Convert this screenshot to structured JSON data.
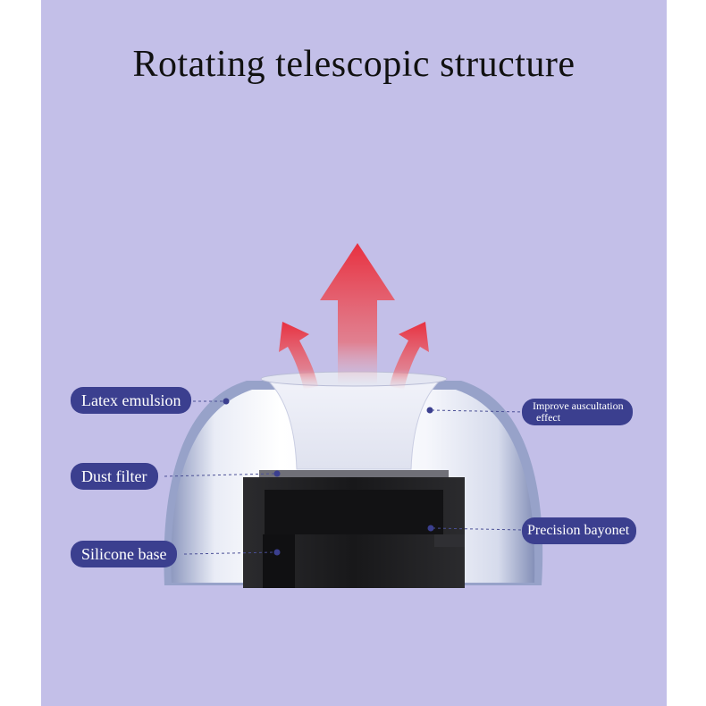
{
  "title": "Rotating telescopic structure",
  "labels": {
    "latex_emulsion": "Latex emulsion",
    "dust_filter": "Dust filter",
    "silicone_base": "Silicone base",
    "improve_line1": "Improve auscultation",
    "improve_line2": "effect",
    "precision_bayonet": "Precision bayonet"
  },
  "colors": {
    "background": "#c3bfe8",
    "label_fill": "#3b3f8f",
    "arrow": "#e23a47",
    "base": "#1e1e20"
  }
}
